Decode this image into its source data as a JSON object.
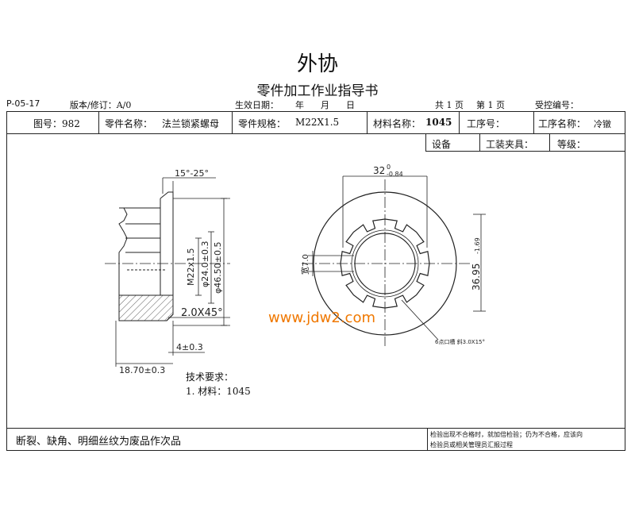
{
  "header": {
    "title": "外协",
    "subtitle": "零件加工作业指导书",
    "doc_code": "P-05-17",
    "version": "版本/修订：A/0",
    "effective_date_label": "生效日期：",
    "year": "年",
    "month": "月",
    "day": "日",
    "total_pages": "共 1 页",
    "page_no": "第 1 页",
    "controlled_no": "受控编号："
  },
  "info_row": {
    "drawing_no": "图号：982",
    "part_name_label": "零件名称：",
    "part_name": "法兰锁紧螺母",
    "part_spec_label": "零件规格：",
    "part_spec": "M22X1.5",
    "material_label": "材料名称：",
    "material": "1045",
    "process_no_label": "工序号：",
    "process_name_label": "工序名称：",
    "process_name": "冷镦"
  },
  "equipment_row": {
    "equipment": "设备",
    "tooling": "工装夹具：",
    "grade": "等级："
  },
  "drawing": {
    "angle": "15°-25°",
    "thread": "M22x1.5",
    "dia_inner": "φ24.0±0.3",
    "dia_flange": "φ46.50±0.5",
    "chamfer": "2.0X45°",
    "flange_thickness": "4±0.3",
    "height": "18.70±0.3",
    "across_flats": "32",
    "across_flats_tol_top": "0",
    "across_flats_tol_bottom": "-0.84",
    "slot_width": "宽7.0",
    "across_corners": "36.95",
    "across_corners_tol": "-1.69",
    "callout": "6点口槽 斜3.0X15°"
  },
  "tech_req": {
    "title": "技术要求：",
    "item1": "1. 材料：1045"
  },
  "watermark": "www.jdw2.com",
  "footer": {
    "defects": "断裂、缺角、明细丝纹为废品作次品",
    "inspection_line1": "检验出现不合格时，就加倍检验；仍为不合格，应该向",
    "inspection_line2": "检验员或相关管理员汇报过程"
  }
}
